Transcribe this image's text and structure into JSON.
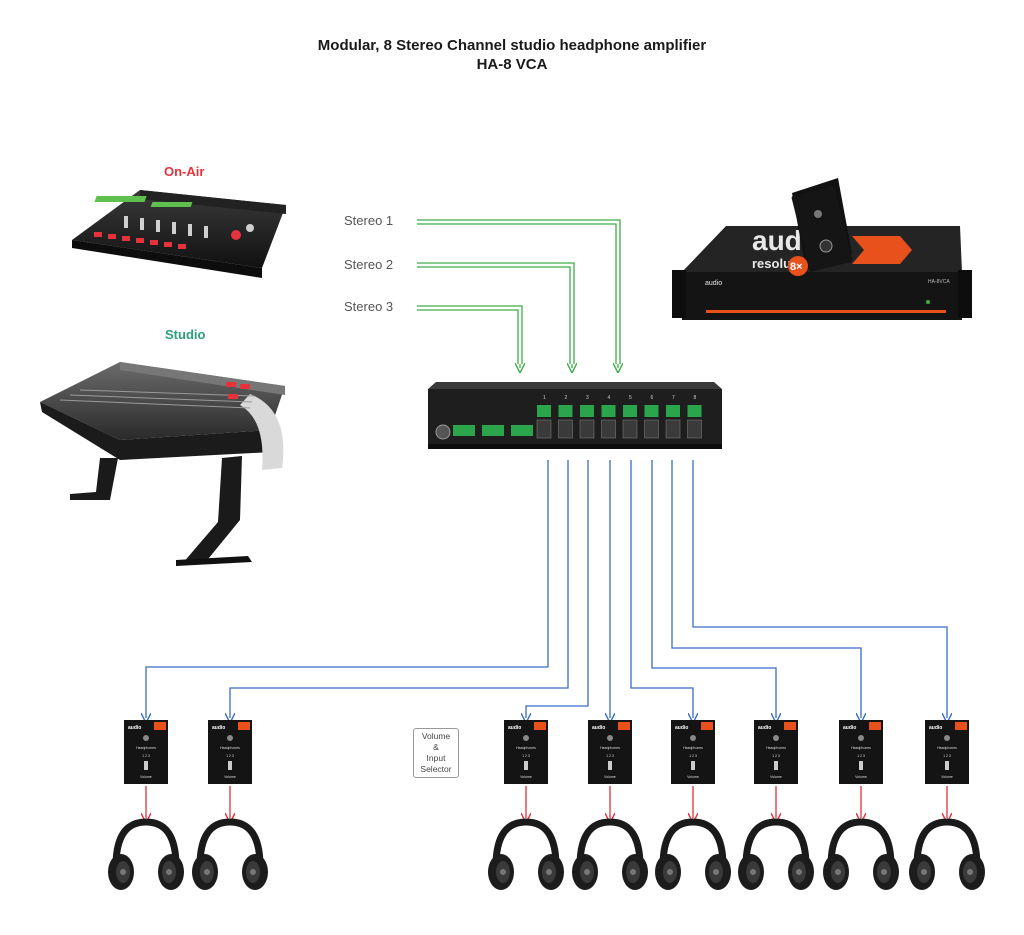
{
  "title": {
    "line1": "Modular, 8 Stereo Channel studio headphone amplifier",
    "line2": "HA-8 VCA"
  },
  "labels": {
    "onair": "On-Air",
    "studio": "Studio",
    "onair_color": "#e5323b",
    "studio_color": "#2e9e7a"
  },
  "sources": [
    "Stereo 1",
    "Stereo 2",
    "Stereo 3"
  ],
  "selector": {
    "line1": "Volume",
    "line2": "&",
    "line3": "Input",
    "line4": "Selector"
  },
  "device": {
    "brand": "audio",
    "brand2": "resolutions",
    "model": "HA-8VCA",
    "multiplier": "8×",
    "channels": [
      "1",
      "2",
      "3",
      "4",
      "5",
      "6",
      "7",
      "8"
    ]
  },
  "panel": {
    "heading": "Headphones",
    "knob_label": "Volume",
    "selector_digits": "1 2 3"
  },
  "colors": {
    "input_line": "#3fae49",
    "output_line": "#3b6cc7",
    "headphone_line": "#e5323b",
    "brand_orange": "#e8501c"
  }
}
